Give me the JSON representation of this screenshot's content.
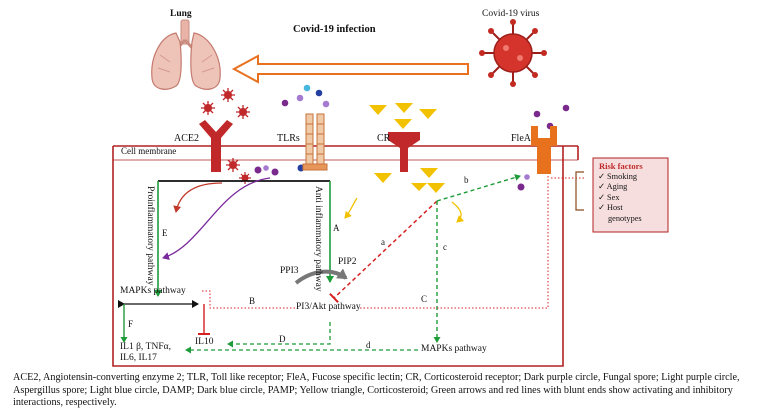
{
  "labels": {
    "lung": "Lung",
    "virus": "Covid-19 virus",
    "infection": "Covid-19 infection",
    "ace2": "ACE2",
    "tlrs": "TLRs",
    "cr": "CR",
    "flea": "FleA",
    "cell_membrane": "Cell membrane",
    "proinflammatory": "Proinflammatory pathway",
    "anti_inflammatory": "Anti inflammatory pathway",
    "mapks_left": "MAPKs pathway",
    "mapks_bottom": "MAPKs pathway",
    "pi3_akt": "PI3/Akt pathway",
    "ppi3": "PPI3",
    "pip2": "PIP2",
    "il10": "IL10",
    "cytokines_line1": "IL1 β, TNFα,",
    "cytokines_line2": "IL6, IL17"
  },
  "edge_labels": {
    "A": "A",
    "B": "B",
    "C": "C",
    "D": "D",
    "E": "E",
    "F": "F",
    "a": "a",
    "b": "b",
    "c": "c",
    "d": "d"
  },
  "risk_factors": {
    "title": "Risk factors",
    "items": [
      "Smoking",
      "Aging",
      "Sex",
      "Host",
      "genotypes"
    ]
  },
  "caption": "ACE2, Angiotensin-converting enzyme 2; TLR, Toll like receptor; FleA, Fucose specific lectin; CR, Corticosteroid receptor; Dark purple circle, Fungal spore; Light purple circle, Aspergillus spore; Light blue circle, DAMP; Dark blue circle, PAMP; Yellow triangle, Corticosteroid; Green arrows and red lines with blunt ends show activating and inhibitory interactions, respectively.",
  "colors": {
    "cell_border": "#b22222",
    "activation": "#1e9c3a",
    "inhibition": "#d62020",
    "receptor_red": "#c0282a",
    "tlr_orange": "#e8955a",
    "flea_orange": "#e8711e",
    "corticosteroid": "#f2c200",
    "spore_dark": "#7a2a8c",
    "spore_light": "#a57bd0",
    "damp": "#49b6e0",
    "pamp": "#2340a0",
    "arrow_outline": "#e8701e"
  }
}
